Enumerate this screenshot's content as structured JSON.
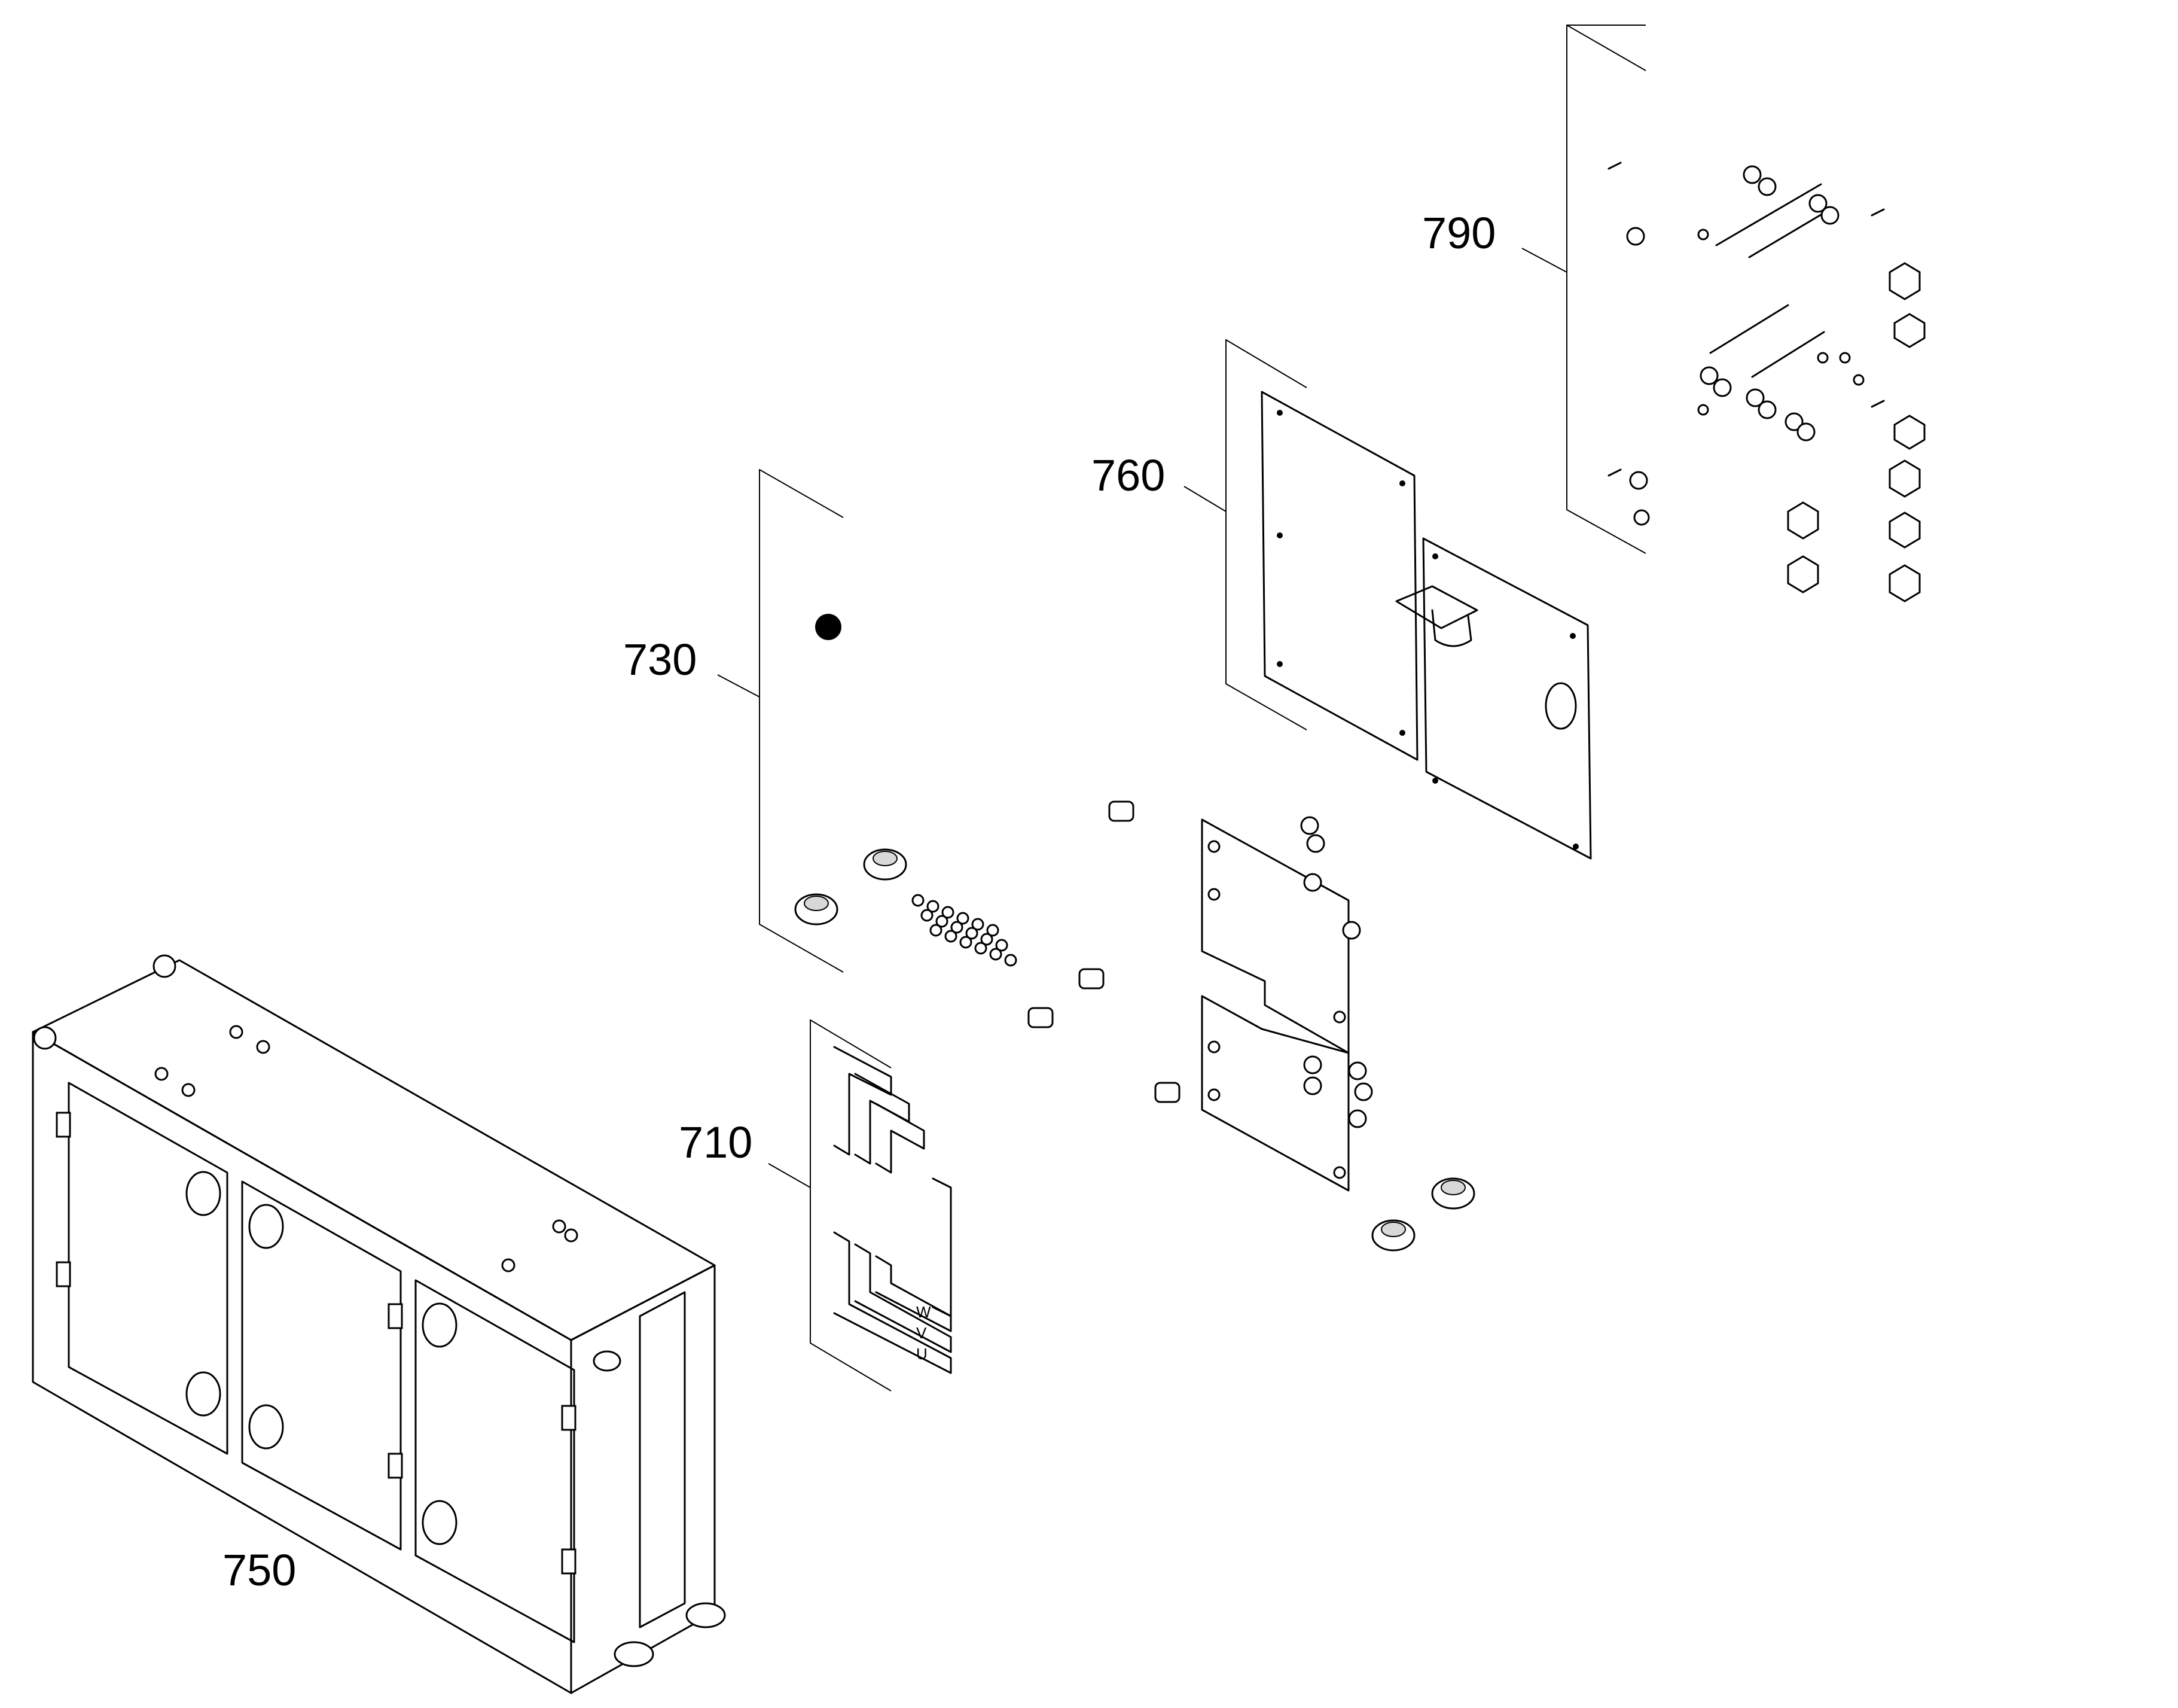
{
  "callouts": [
    {
      "id": "790",
      "label": "790"
    },
    {
      "id": "760",
      "label": "760"
    },
    {
      "id": "730",
      "label": "730"
    },
    {
      "id": "710",
      "label": "710"
    },
    {
      "id": "750",
      "label": "750"
    }
  ],
  "phase_marks": {
    "w": "W",
    "v": "V",
    "u": "U"
  }
}
